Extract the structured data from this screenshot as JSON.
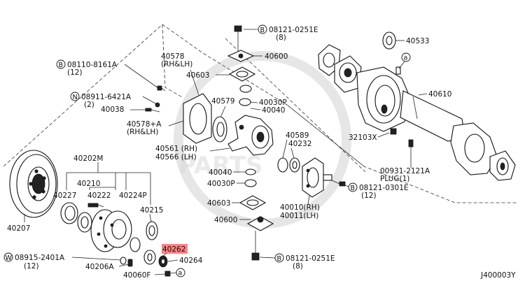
{
  "labels": {
    "p40533": "40533",
    "p08121_0251E_top": "08121-0251E",
    "p08121_0251E_top_qty": "(8)",
    "p40600_top": "40600",
    "p40603_top": "40603",
    "p40578": "40578",
    "p40578_side": "(RH&LH)",
    "p08110_8161A": "08110-8161A",
    "p08110_qty": "(12)",
    "p08911_6421A": "08911-6421A",
    "p08911_qty": "(2)",
    "p40038": "40038",
    "p40578A": "40578+A",
    "p40578A_side": "(RH&LH)",
    "p40579": "40579",
    "p40030P_top": "40030P",
    "p40040_top": "40040",
    "p40610": "40610",
    "p32103X": "32103X",
    "p40589": "40589",
    "p40232": "40232",
    "p40561": "40561 (RH)",
    "p40566": "40566 (LH)",
    "p40202M": "40202M",
    "p40210": "40210",
    "p40227": "40227",
    "p40222": "40222",
    "p40224P": "40224P",
    "p40040_mid": "40040",
    "p40030P_mid": "40030P",
    "p00931_2121A": "00931-2121A",
    "p00931_desc": "PLUG(1)",
    "p08121_0301E": "08121-0301E",
    "p08121_0301E_qty": "(12)",
    "p40603_mid": "40603",
    "p40215": "40215",
    "p40010": "40010(RH)",
    "p40011": "40011(LH)",
    "p40207": "40207",
    "p40600_bot": "40600",
    "p40262": "40262",
    "p40264": "40264",
    "p08915_2401A": "08915-2401A",
    "p08915_qty": "(12)",
    "p40206A": "40206A",
    "p40060F": "40060F",
    "p08121_0251E_bot": "08121-0251E",
    "p08121_0251E_bot_qty": "(8)",
    "ref_a1": "a",
    "ref_a2": "a",
    "prefix_B": "B",
    "prefix_N": "N",
    "prefix_W": "W",
    "diagram_code": "J400003Y",
    "watermark": "PARTS"
  },
  "colors": {
    "highlight": "#ff6b6b",
    "ink": "#111111",
    "watermark": "#d9d9d9"
  }
}
